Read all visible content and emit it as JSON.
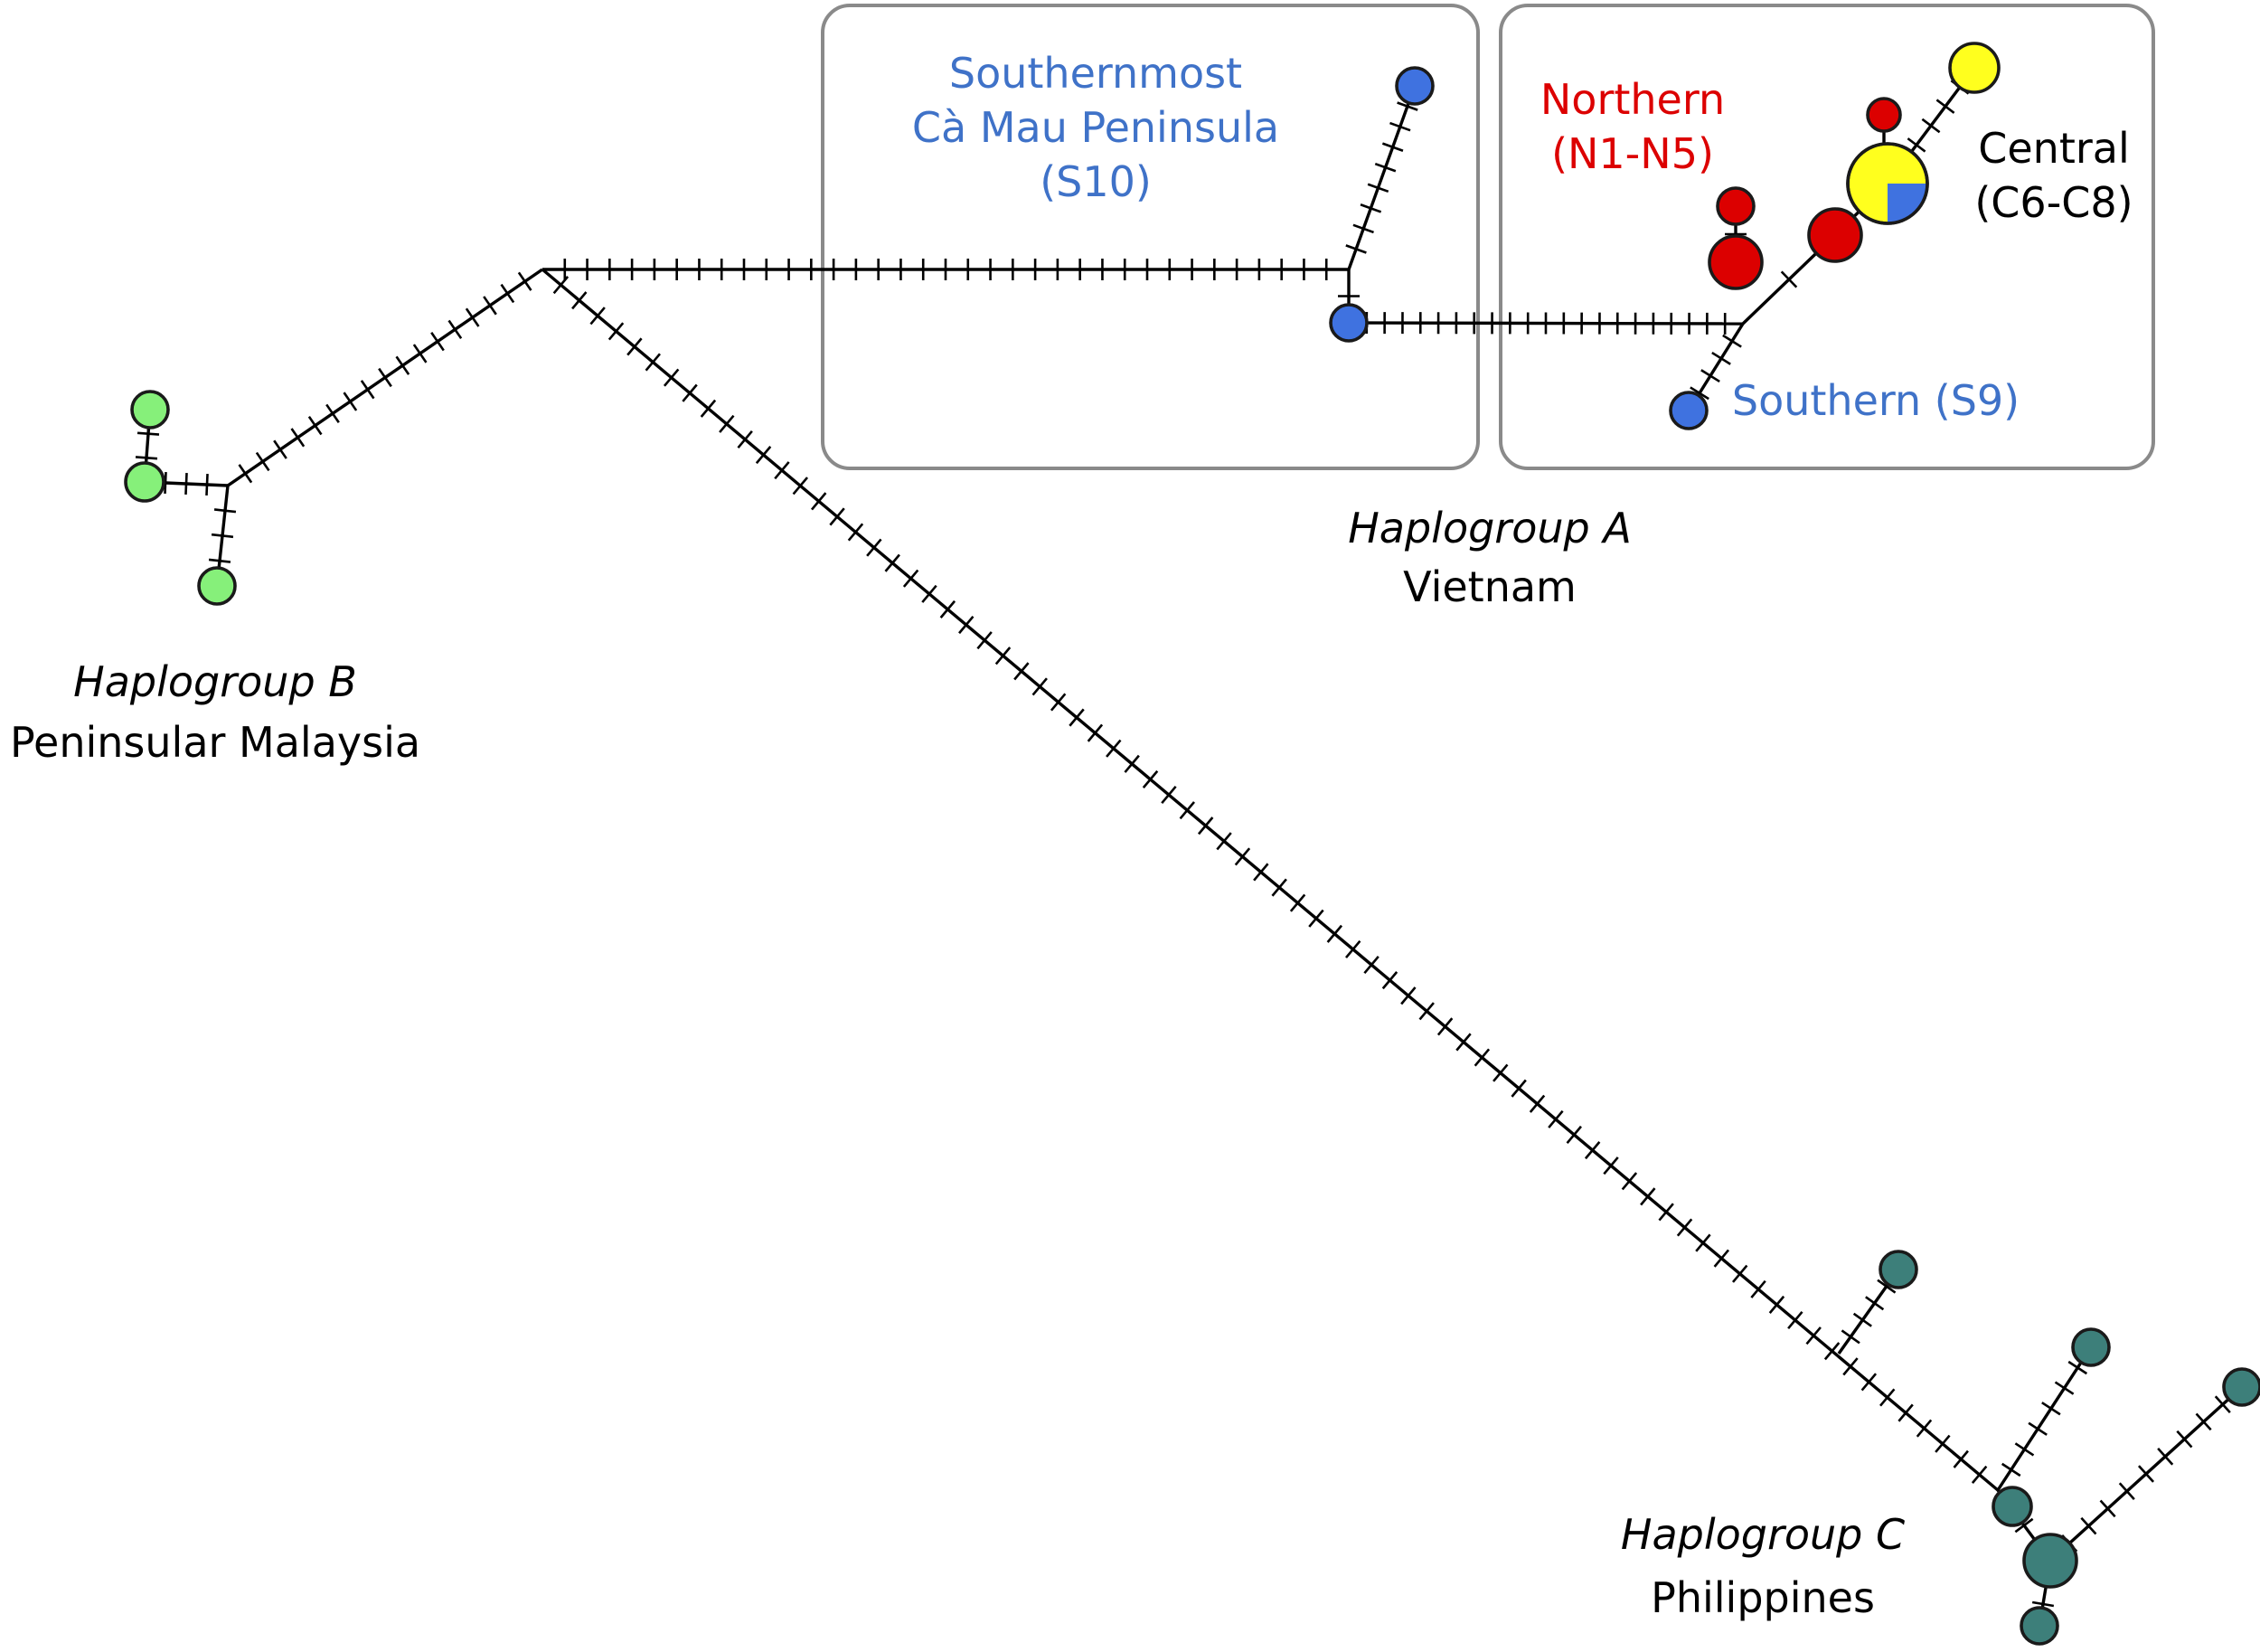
{
  "colors": {
    "vietnam_southern": "#3f72e0",
    "vietnam_northern": "#dc0000",
    "vietnam_central": "#ffff1e",
    "malaysia": "#86f07a",
    "philippines": "#3d7f7a",
    "text_black": "#000000",
    "text_blue": "#3f72c8",
    "text_red": "#dc0000"
  },
  "labels": {
    "southernmost": [
      "Southernmost",
      "Cà Mau Peninsula",
      "(S10)"
    ],
    "northern": [
      "Northern",
      "(N1-N5)"
    ],
    "central": [
      "Central",
      "(C6-C8)"
    ],
    "southern": "Southern (S9)",
    "haplogroup_a": {
      "name": "Haplogroup A",
      "region": "Vietnam"
    },
    "haplogroup_b": {
      "name": "Haplogroup B",
      "region": "Peninsular Malaysia"
    },
    "haplogroup_c": {
      "name": "Haplogroup C",
      "region": "Philippines"
    }
  }
}
